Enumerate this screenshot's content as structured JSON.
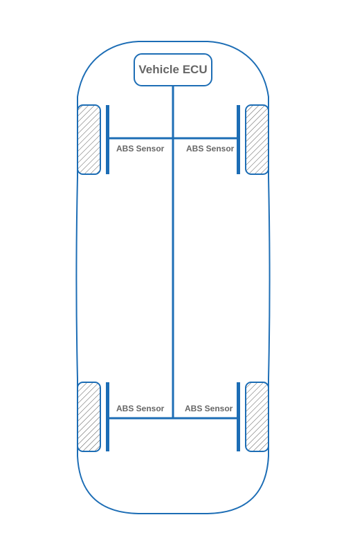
{
  "ecu": {
    "label": "Vehicle ECU"
  },
  "sensors": {
    "front_left": "ABS Sensor",
    "front_right": "ABS Sensor",
    "rear_left": "ABS Sensor",
    "rear_right": "ABS Sensor"
  },
  "colors": {
    "line": "#1C6DB5",
    "text": "#666666",
    "hatch": "#555555",
    "background": "#ffffff"
  }
}
